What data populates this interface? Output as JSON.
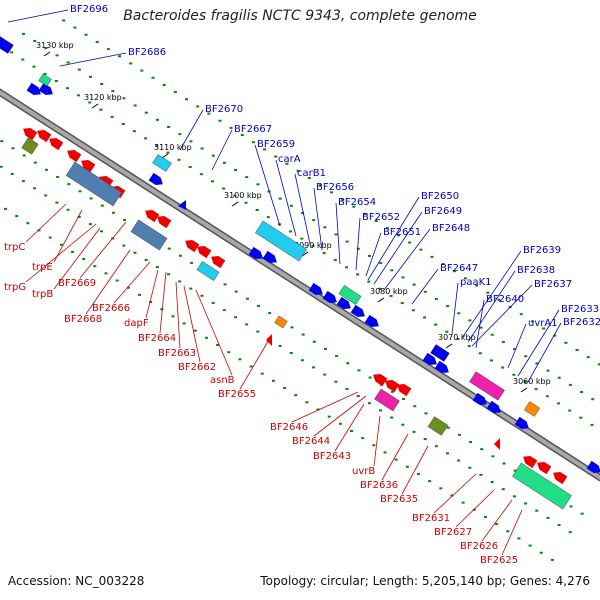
{
  "title": "Bacteroides fragilis NCTC 9343, complete genome",
  "footer": {
    "accession": "Accession: NC_003228",
    "topology": "Topology: circular; Length: 5,205,140 bp; Genes: 4,276"
  },
  "colors": {
    "backbone": "#808080",
    "label_forward": "#0000cc",
    "label_reverse": "#cc0000",
    "gene_blue": "#0000ee",
    "gene_red": "#ee0000",
    "gene_steel": "#4f7fb0",
    "gene_cyan": "#22ccee",
    "gene_green": "#22dd88",
    "gene_magenta": "#ee22aa",
    "gene_olive": "#6b8e23",
    "gene_orange": "#ff8800",
    "tick": "#008800"
  },
  "ticks": [
    "3130 kbp",
    "3120 kbp",
    "3110 kbp",
    "3100 kbp",
    "3090 kbp",
    "3080 kbp",
    "3070 kbp",
    "3060 kbp"
  ],
  "forward_labels": [
    "BF2696",
    "BF2686",
    "BF2670",
    "BF2667",
    "BF2659",
    "carA",
    "carB1",
    "BF2656",
    "BF2654",
    "BF2652",
    "BF2651",
    "BF2650",
    "BF2649",
    "BF2648",
    "BF2647",
    "paaK1",
    "BF2639",
    "BF2638",
    "BF2637",
    "BF2640",
    "uvrA1",
    "BF2633",
    "BF2632"
  ],
  "reverse_labels": [
    "trpC",
    "trpE",
    "trpG",
    "trpB",
    "BF2669",
    "BF2668",
    "BF2666",
    "dapF",
    "BF2664",
    "BF2663",
    "BF2662",
    "asnB",
    "BF2655",
    "BF2646",
    "BF2644",
    "BF2643",
    "uvrB",
    "BF2636",
    "BF2635",
    "BF2631",
    "BF2627",
    "BF2626",
    "BF2625"
  ]
}
